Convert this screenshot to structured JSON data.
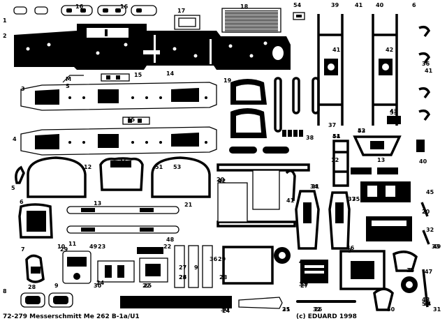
{
  "sheet": {
    "footer_left": "72-279  Messerschmitt  Me 262 B-1a/U1",
    "footer_right": "(c) EDUARD  1998"
  },
  "part_numbers": [
    {
      "label": "1"
    },
    {
      "label": "2"
    },
    {
      "label": "3"
    },
    {
      "label": "4"
    },
    {
      "label": "5"
    },
    {
      "label": "6"
    },
    {
      "label": "7"
    },
    {
      "label": "8"
    },
    {
      "label": "9"
    },
    {
      "label": "10"
    },
    {
      "label": "11"
    },
    {
      "label": "12"
    },
    {
      "label": "13"
    },
    {
      "label": "14"
    },
    {
      "label": "15"
    },
    {
      "label": "15"
    },
    {
      "label": "16"
    },
    {
      "label": "16"
    },
    {
      "label": "17"
    },
    {
      "label": "18"
    },
    {
      "label": "19"
    },
    {
      "label": "20"
    },
    {
      "label": "21"
    },
    {
      "label": "22"
    },
    {
      "label": "23"
    },
    {
      "label": "24"
    },
    {
      "label": "25"
    },
    {
      "label": "26"
    },
    {
      "label": "27"
    },
    {
      "label": "28"
    },
    {
      "label": "29"
    },
    {
      "label": "30"
    },
    {
      "label": "31"
    },
    {
      "label": "32"
    },
    {
      "label": "33"
    },
    {
      "label": "34"
    },
    {
      "label": "35"
    },
    {
      "label": "36"
    },
    {
      "label": "37"
    },
    {
      "label": "38"
    },
    {
      "label": "39"
    },
    {
      "label": "40"
    },
    {
      "label": "41"
    },
    {
      "label": "41"
    },
    {
      "label": "42"
    },
    {
      "label": "43"
    },
    {
      "label": "43"
    },
    {
      "label": "44"
    },
    {
      "label": "45"
    },
    {
      "label": "46"
    },
    {
      "label": "47"
    },
    {
      "label": "48"
    },
    {
      "label": "49"
    },
    {
      "label": "50"
    },
    {
      "label": "51"
    },
    {
      "label": "52"
    },
    {
      "label": "53"
    },
    {
      "label": "54"
    },
    {
      "label": "12"
    },
    {
      "label": "6"
    },
    {
      "label": "13"
    },
    {
      "label": "40"
    },
    {
      "label": "41"
    },
    {
      "label": "42"
    },
    {
      "label": "41"
    },
    {
      "label": "21"
    },
    {
      "label": "37"
    },
    {
      "label": "20"
    },
    {
      "label": "3"
    },
    {
      "label": "35"
    },
    {
      "label": "36"
    },
    {
      "label": "47"
    },
    {
      "label": "48"
    },
    {
      "label": "49"
    },
    {
      "label": "29"
    },
    {
      "label": "30"
    },
    {
      "label": "22"
    },
    {
      "label": "23"
    },
    {
      "label": "9"
    },
    {
      "label": "24"
    },
    {
      "label": "25"
    },
    {
      "label": "26"
    },
    {
      "label": "27"
    },
    {
      "label": "28"
    },
    {
      "label": "31"
    },
    {
      "label": "32"
    },
    {
      "label": "33"
    },
    {
      "label": "34"
    },
    {
      "label": "8"
    },
    {
      "label": "50"
    },
    {
      "label": "51"
    },
    {
      "label": "52"
    },
    {
      "label": "53"
    },
    {
      "label": "49"
    },
    {
      "label": "54"
    },
    {
      "label": "46"
    },
    {
      "label": "45"
    },
    {
      "label": "44"
    }
  ],
  "fret_markings": {
    "m": "M",
    "s": "S"
  }
}
